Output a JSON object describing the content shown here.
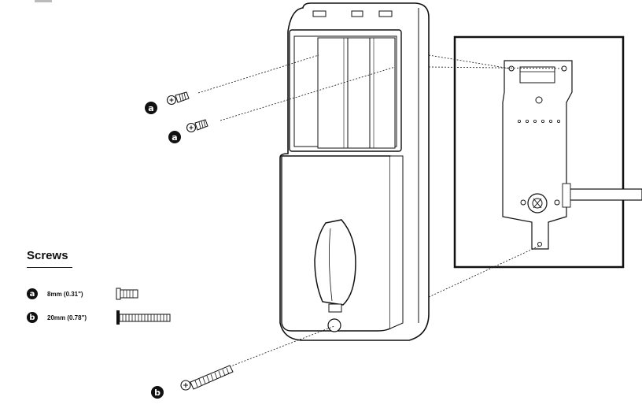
{
  "legend": {
    "title": "Screws",
    "items": [
      {
        "badge": "a",
        "label": "8mm (0.31\")"
      },
      {
        "badge": "b",
        "label": "20mm (0.78\")"
      }
    ]
  },
  "callouts": {
    "screw_a": "a",
    "screw_b": "b"
  }
}
